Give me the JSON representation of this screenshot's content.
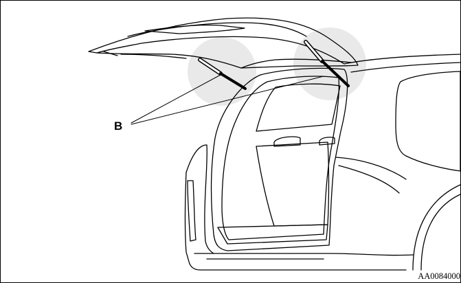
{
  "callout": {
    "label": "B"
  },
  "figure_code": "AA0084000",
  "colors": {
    "line": "#000000",
    "highlight": "#e9e9e9",
    "background": "#ffffff"
  },
  "icons": [
    "gas-strut-left",
    "gas-strut-right"
  ]
}
